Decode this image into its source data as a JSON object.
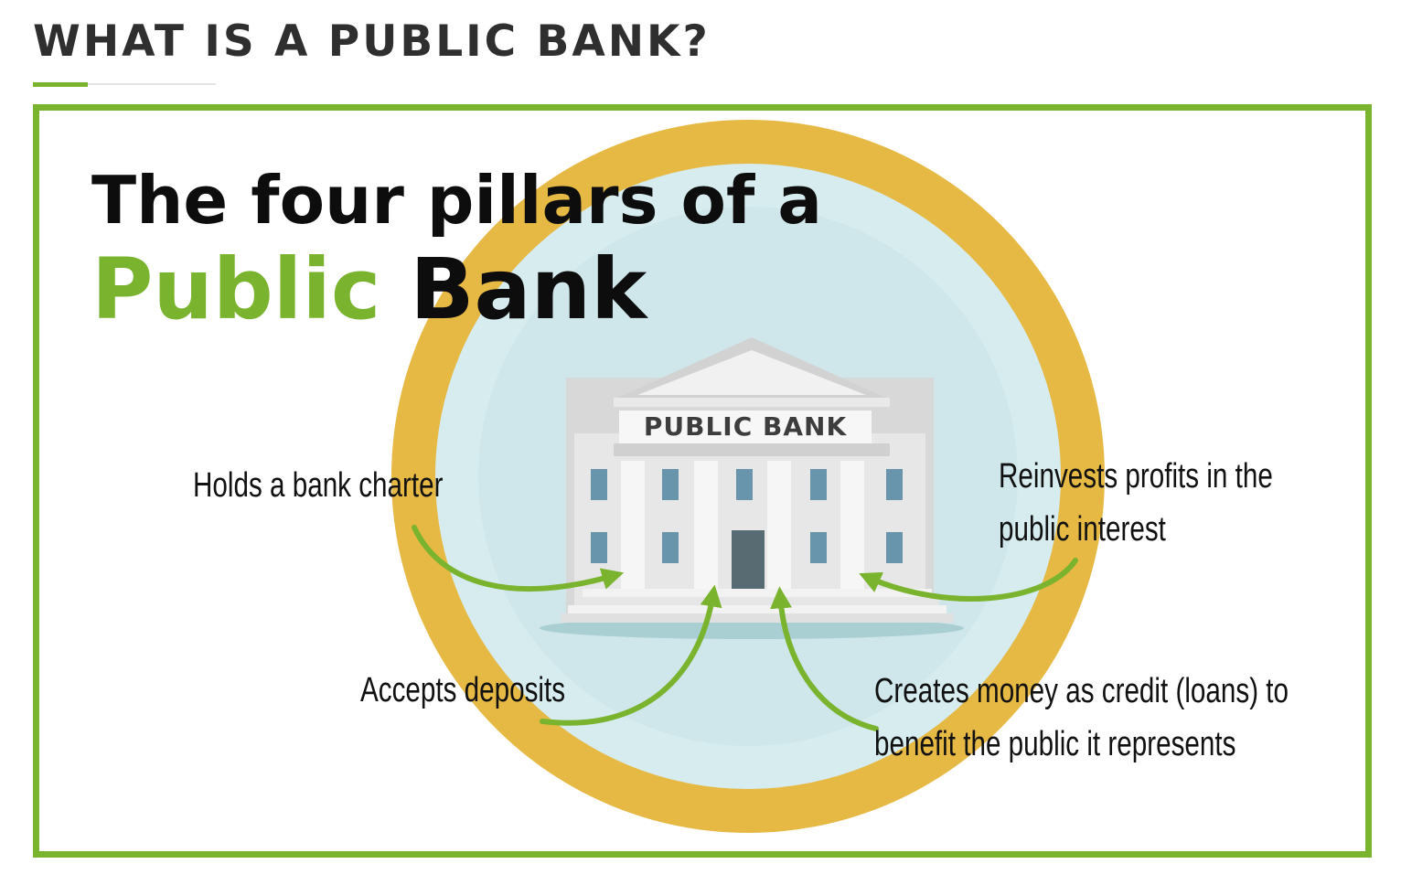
{
  "page": {
    "section_title": "WHAT IS A PUBLIC BANK?"
  },
  "infographic": {
    "headline_line1": "The four pillars of a",
    "headline_public": "Public",
    "headline_bank": "Bank",
    "bank_sign": "PUBLIC BANK",
    "pillars": [
      "Holds a bank charter",
      "Reinvests profits in the public interest",
      "Accepts deposits",
      "Creates money as credit (loans) to benefit the public it represents"
    ]
  },
  "colors": {
    "accent_green": "#7ab32e",
    "ring_gold": "#e6b944",
    "inner_blue": "#d6ecef",
    "text_dark": "#111111",
    "heading_gray": "#2f2f2f"
  }
}
